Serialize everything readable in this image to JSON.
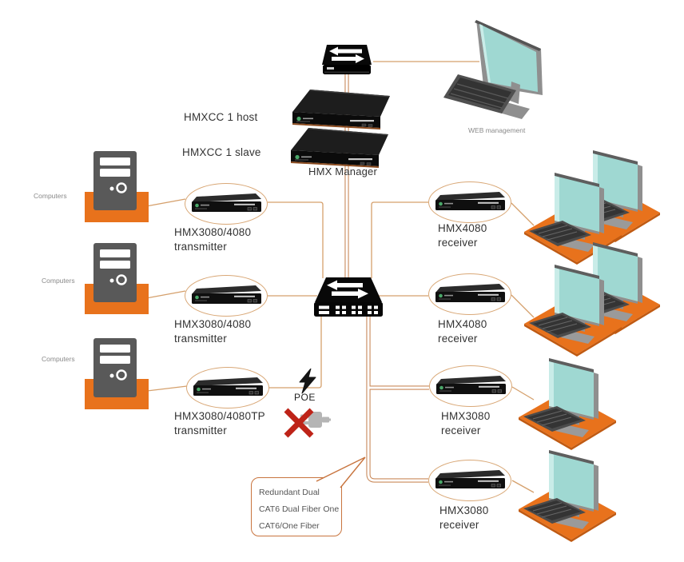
{
  "colors": {
    "line": "#D5A06C",
    "line_double": "#C98A5B",
    "orange": "#E8721C",
    "orange_dark": "#C05A12",
    "screen_teal": "#9FD8D2",
    "device_black": "#111111",
    "red_x": "#BE2318",
    "callout_border": "#C8743E",
    "logo_green": "#4AA869",
    "small_label_gray": "#8A8A8A",
    "label_text": "#333333"
  },
  "management": {
    "host_label": "HMXCC 1 host",
    "slave_label": "HMXCC 1 slave",
    "manager_label": "HMX Manager",
    "web_label": "WEB management"
  },
  "computers_label": "Computers",
  "poe_label": "POE",
  "transmitters": [
    {
      "name": "HMX3080/4080",
      "type": "transmitter"
    },
    {
      "name": "HMX3080/4080",
      "type": "transmitter"
    },
    {
      "name": "HMX3080/4080TP",
      "type": "transmitter"
    }
  ],
  "receivers": [
    {
      "name": "HMX4080",
      "type": "receiver"
    },
    {
      "name": "HMX4080",
      "type": "receiver"
    },
    {
      "name": "HMX3080",
      "type": "receiver"
    },
    {
      "name": "HMX3080",
      "type": "receiver"
    }
  ],
  "callout": {
    "line1": "Redundant Dual",
    "line2": "CAT6 Dual Fiber One",
    "line3": "CAT6/One Fiber"
  }
}
